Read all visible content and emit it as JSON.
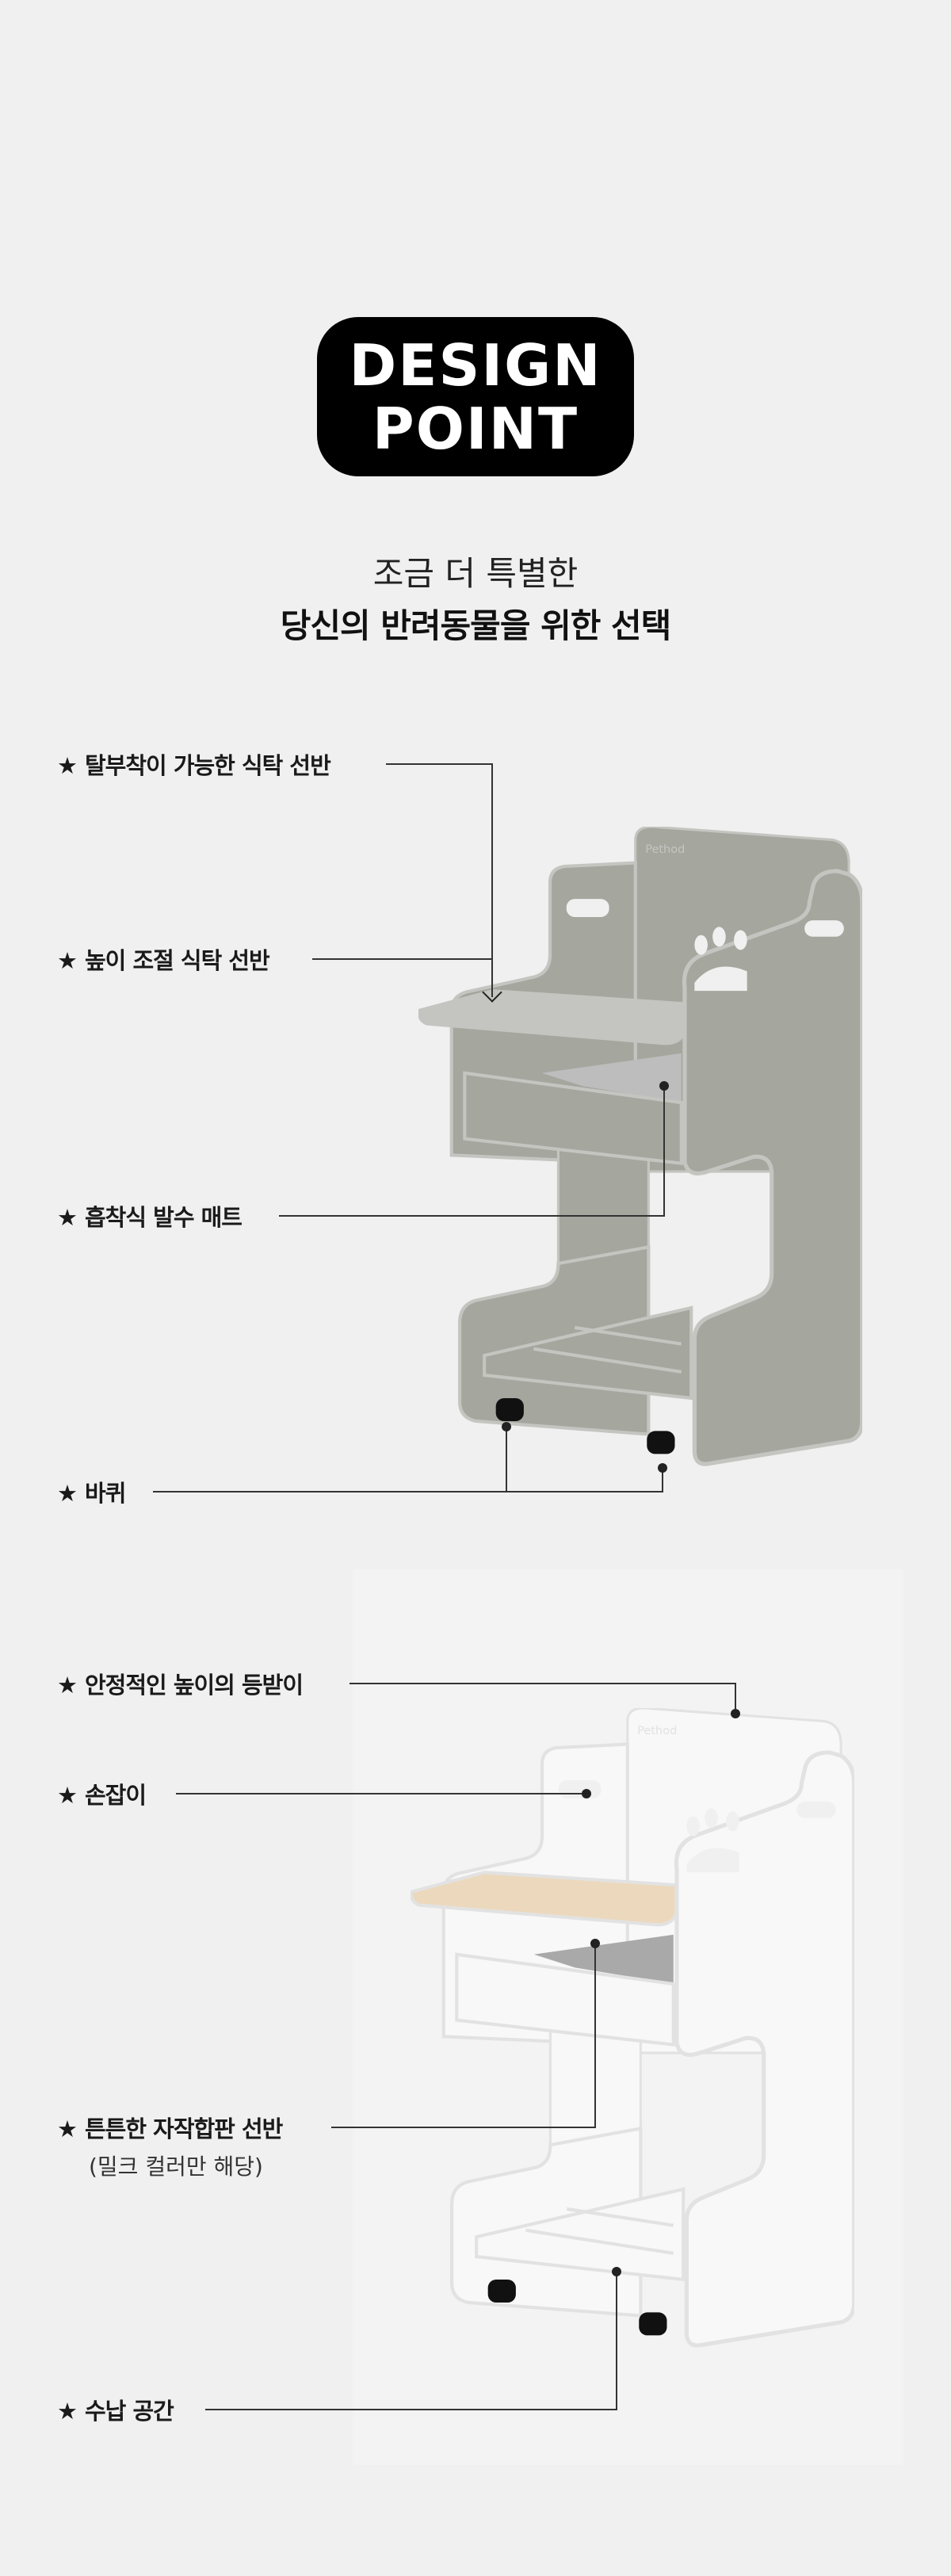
{
  "badge": {
    "line1": "DESIGN",
    "line2": "POINT"
  },
  "subtitle": {
    "line1": "조금 더 특별한",
    "line2": "당신의 반려동물을 위한 선택"
  },
  "section1": {
    "colors": {
      "chair": "#a5a69e",
      "edge": "#c4c5c0",
      "mat": "#bdbdbd"
    },
    "brand_logo": "Pethod",
    "labels": [
      {
        "star": "★",
        "text": "탈부착이 가능한 식탁 선반"
      },
      {
        "star": "★",
        "text": "높이 조절 식탁 선반"
      },
      {
        "star": "★",
        "text": "흡착식 발수 매트"
      },
      {
        "star": "★",
        "text": "바퀴"
      }
    ]
  },
  "section2": {
    "colors": {
      "chair": "#f8f8f8",
      "edge": "#e2e2e2",
      "tray": "#ecd9bd",
      "mat": "#a9a9a9"
    },
    "brand_logo": "Pethod",
    "labels": [
      {
        "star": "★",
        "text": "안정적인 높이의 등받이"
      },
      {
        "star": "★",
        "text": "손잡이"
      },
      {
        "star": "★",
        "text": "튼튼한 자작합판 선반",
        "note": "(밀크 컬러만 해당)"
      },
      {
        "star": "★",
        "text": "수납 공간"
      }
    ]
  }
}
